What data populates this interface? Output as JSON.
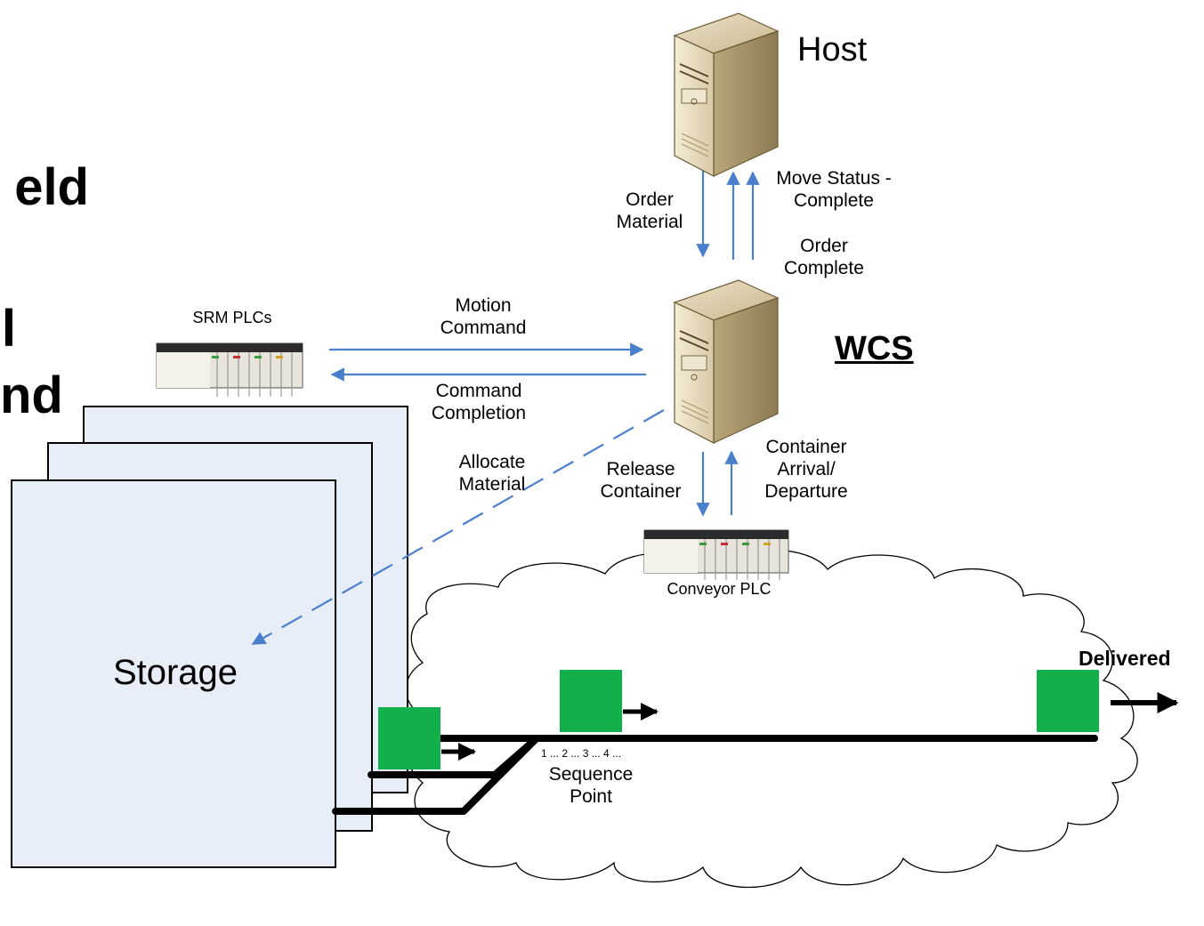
{
  "slide_fragments": [
    "eld",
    "l",
    "nd"
  ],
  "nodes": {
    "host": "Host",
    "wcs": "WCS",
    "srm_plcs": "SRM PLCs",
    "conveyor_plc": "Conveyor PLC",
    "storage": "Storage",
    "sequence_point": [
      "Sequence",
      "Point"
    ],
    "sequence_numbers": "1 ... 2 ... 3 ... 4 ...",
    "delivered": "Delivered"
  },
  "messages": {
    "order_material": [
      "Order",
      "Material"
    ],
    "move_status": [
      "Move Status -",
      "Complete"
    ],
    "order_complete": [
      "Order",
      "Complete"
    ],
    "motion_command": [
      "Motion",
      "Command"
    ],
    "command_completion": [
      "Command",
      "Completion"
    ],
    "allocate_material": [
      "Allocate",
      "Material"
    ],
    "release_container": [
      "Release",
      "Container"
    ],
    "container_arrival": [
      "Container",
      "Arrival/",
      "Departure"
    ]
  },
  "colors": {
    "arrow": "#4a7fcc",
    "storage_fill": "#e8eef8",
    "container": "#12b04a",
    "conveyor": "#000000"
  }
}
